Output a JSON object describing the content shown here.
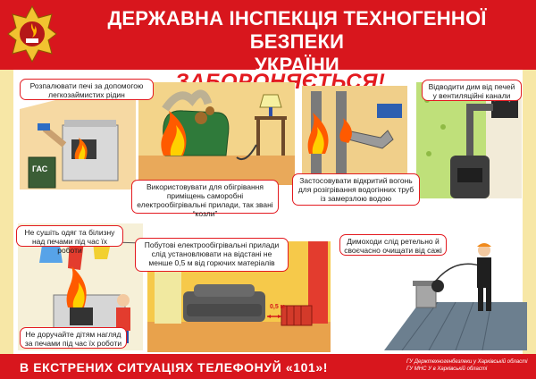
{
  "header": {
    "title_line1": "ДЕРЖАВНА ІНСПЕКЦІЯ ТЕХНОГЕННОЇ БЕЗПЕКИ",
    "title_line2": "УКРАЇНИ",
    "emblem_icon": "fire-service-emblem-icon"
  },
  "subtitle": "ЗАБОРОНЯЄТЬСЯ!",
  "notes": {
    "stoves_fuel": "Розпалювати печі за допомогою легкозаймистих рідин",
    "gas_label": "ГАС",
    "ventilation": "Відводити дим від печей у вентиляційні канали",
    "heaters_homemade": "Використовувати для обігрівання приміщень саморобні електрообігрівальні прилади, так звані “козли”",
    "open_fire_pipes": "Застосовувати відкритий вогонь для розігрівання водогінних труб із замерзлою водою",
    "drying_clothes": "Не сушіть одяг та білизну над печами під час їх роботи",
    "heater_distance": "Побутові електрообігрівальні прилади слід установлювати на відстані не менше 0,5 м від горючих матеріалів",
    "chimney_clean": "Димоходи слід ретельно й своєчасно очищати від сажі",
    "children": "Не доручайте дітям нагляд за печами під час їх роботи",
    "distance_label": "0,5 м"
  },
  "footer": {
    "phone_text": "В ЕКСТРЕНИХ  СИТУАЦІЯХ ТЕЛЕФОНУЙ «101»!",
    "org_line1": "ГУ Держтехногенбезпеки у Харківській області",
    "org_line2": "ГУ МНС У в Харківській області"
  },
  "colors": {
    "header_red": "#d8161d",
    "panel_yellow": "#f7e7a6",
    "accent_orange": "#f08a1c",
    "note_border": "#e31a20"
  }
}
